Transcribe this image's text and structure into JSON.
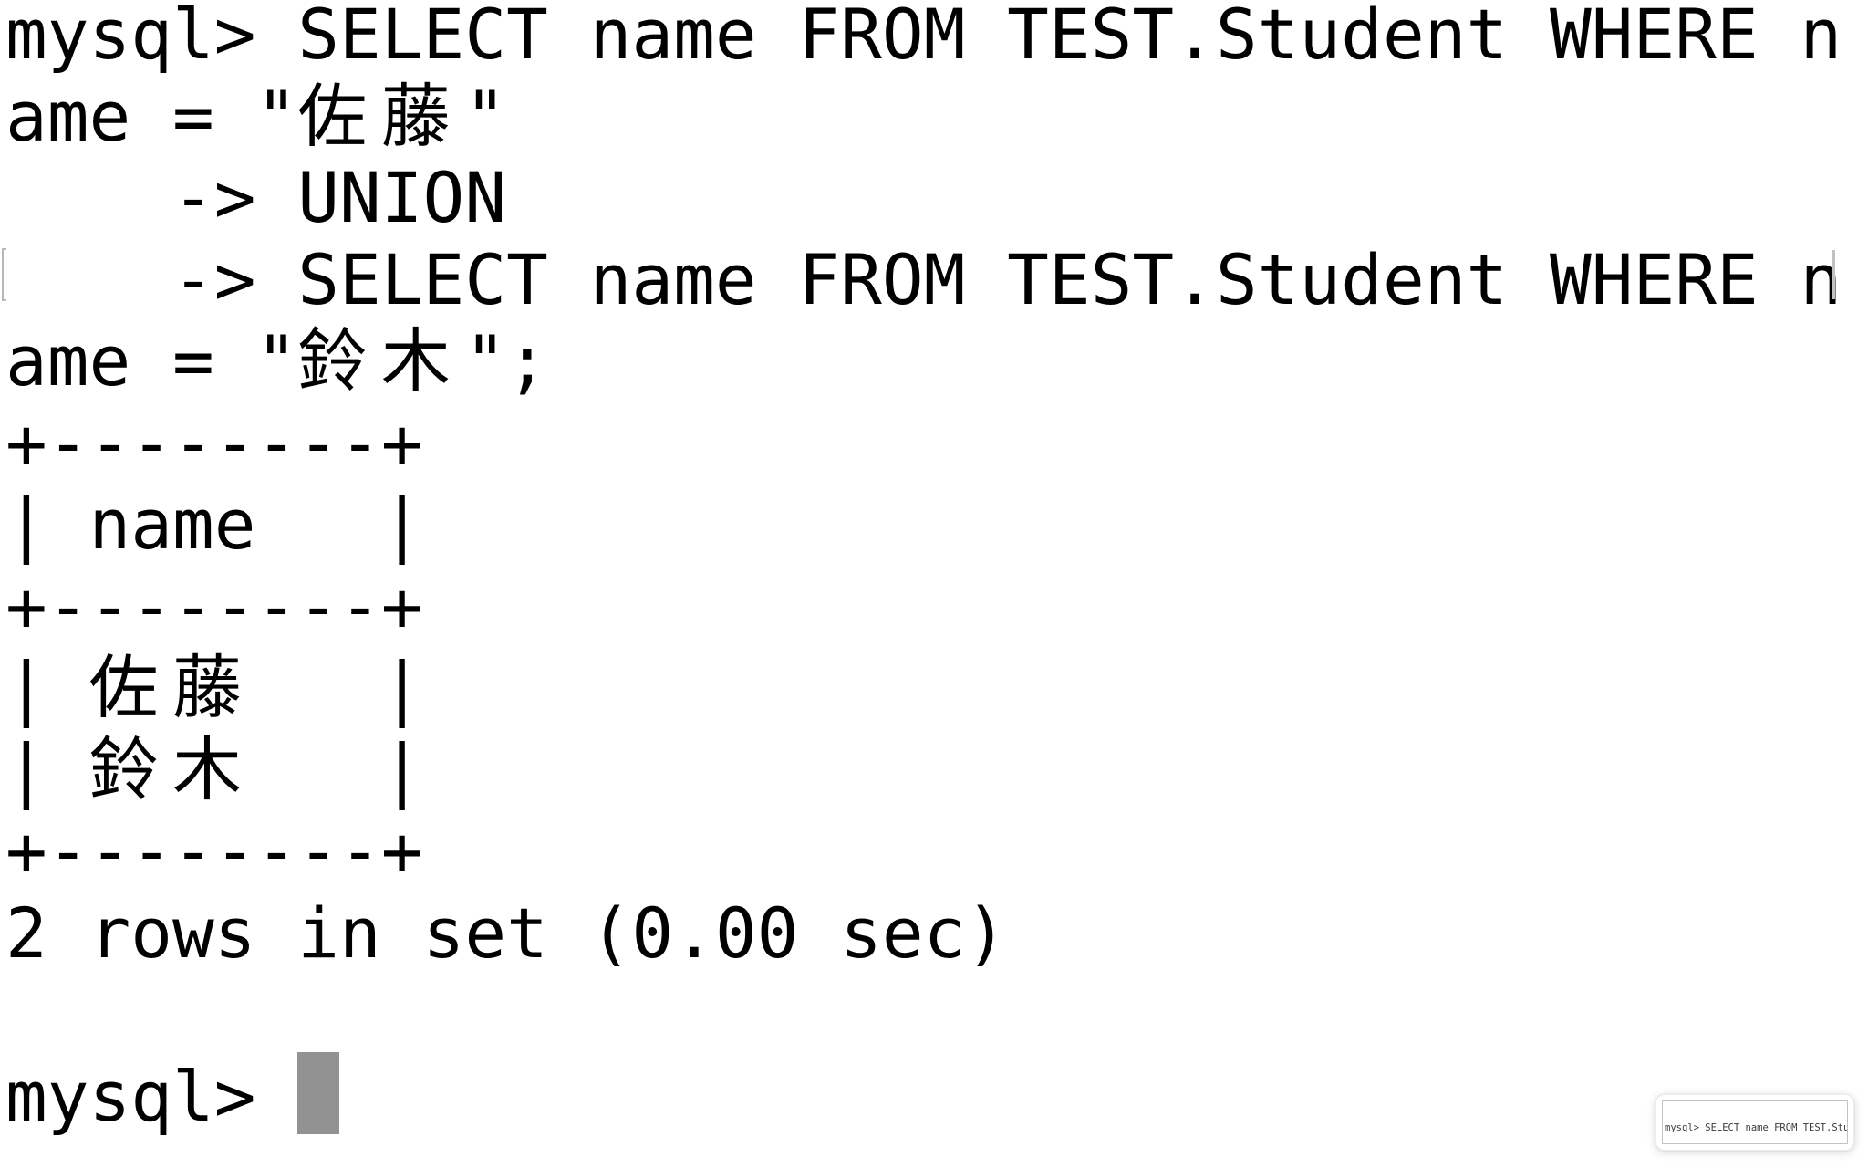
{
  "terminal": {
    "lines": [
      "mysql> SELECT name FROM TEST.Student WHERE n",
      "ame = \"佐藤\"",
      "    -> UNION",
      "    -> SELECT name FROM TEST.Student WHERE n",
      "ame = \"鈴木\";",
      "+--------+",
      "| name   |",
      "+--------+",
      "| 佐藤   |",
      "| 鈴木   |",
      "+--------+",
      "2 rows in set (0.00 sec)",
      "",
      "mysql> "
    ],
    "prompt": "mysql>",
    "continuation_prompt": "->",
    "status_line": "2 rows in set (0.00 sec)",
    "cursor": {
      "row": 13,
      "col": 7
    },
    "colors": {
      "background": "#ffffff",
      "text": "#000000",
      "cursor": "#929292",
      "edge_marks": "#b8b8b8"
    }
  },
  "result_table": {
    "columns": [
      "name"
    ],
    "rows": [
      [
        "佐藤"
      ],
      [
        "鈴木"
      ]
    ],
    "footer": "2 rows in set (0.00 sec)"
  },
  "pip_thumbnail": {
    "text": "mysql> SELECT name FROM TEST.Stu"
  }
}
